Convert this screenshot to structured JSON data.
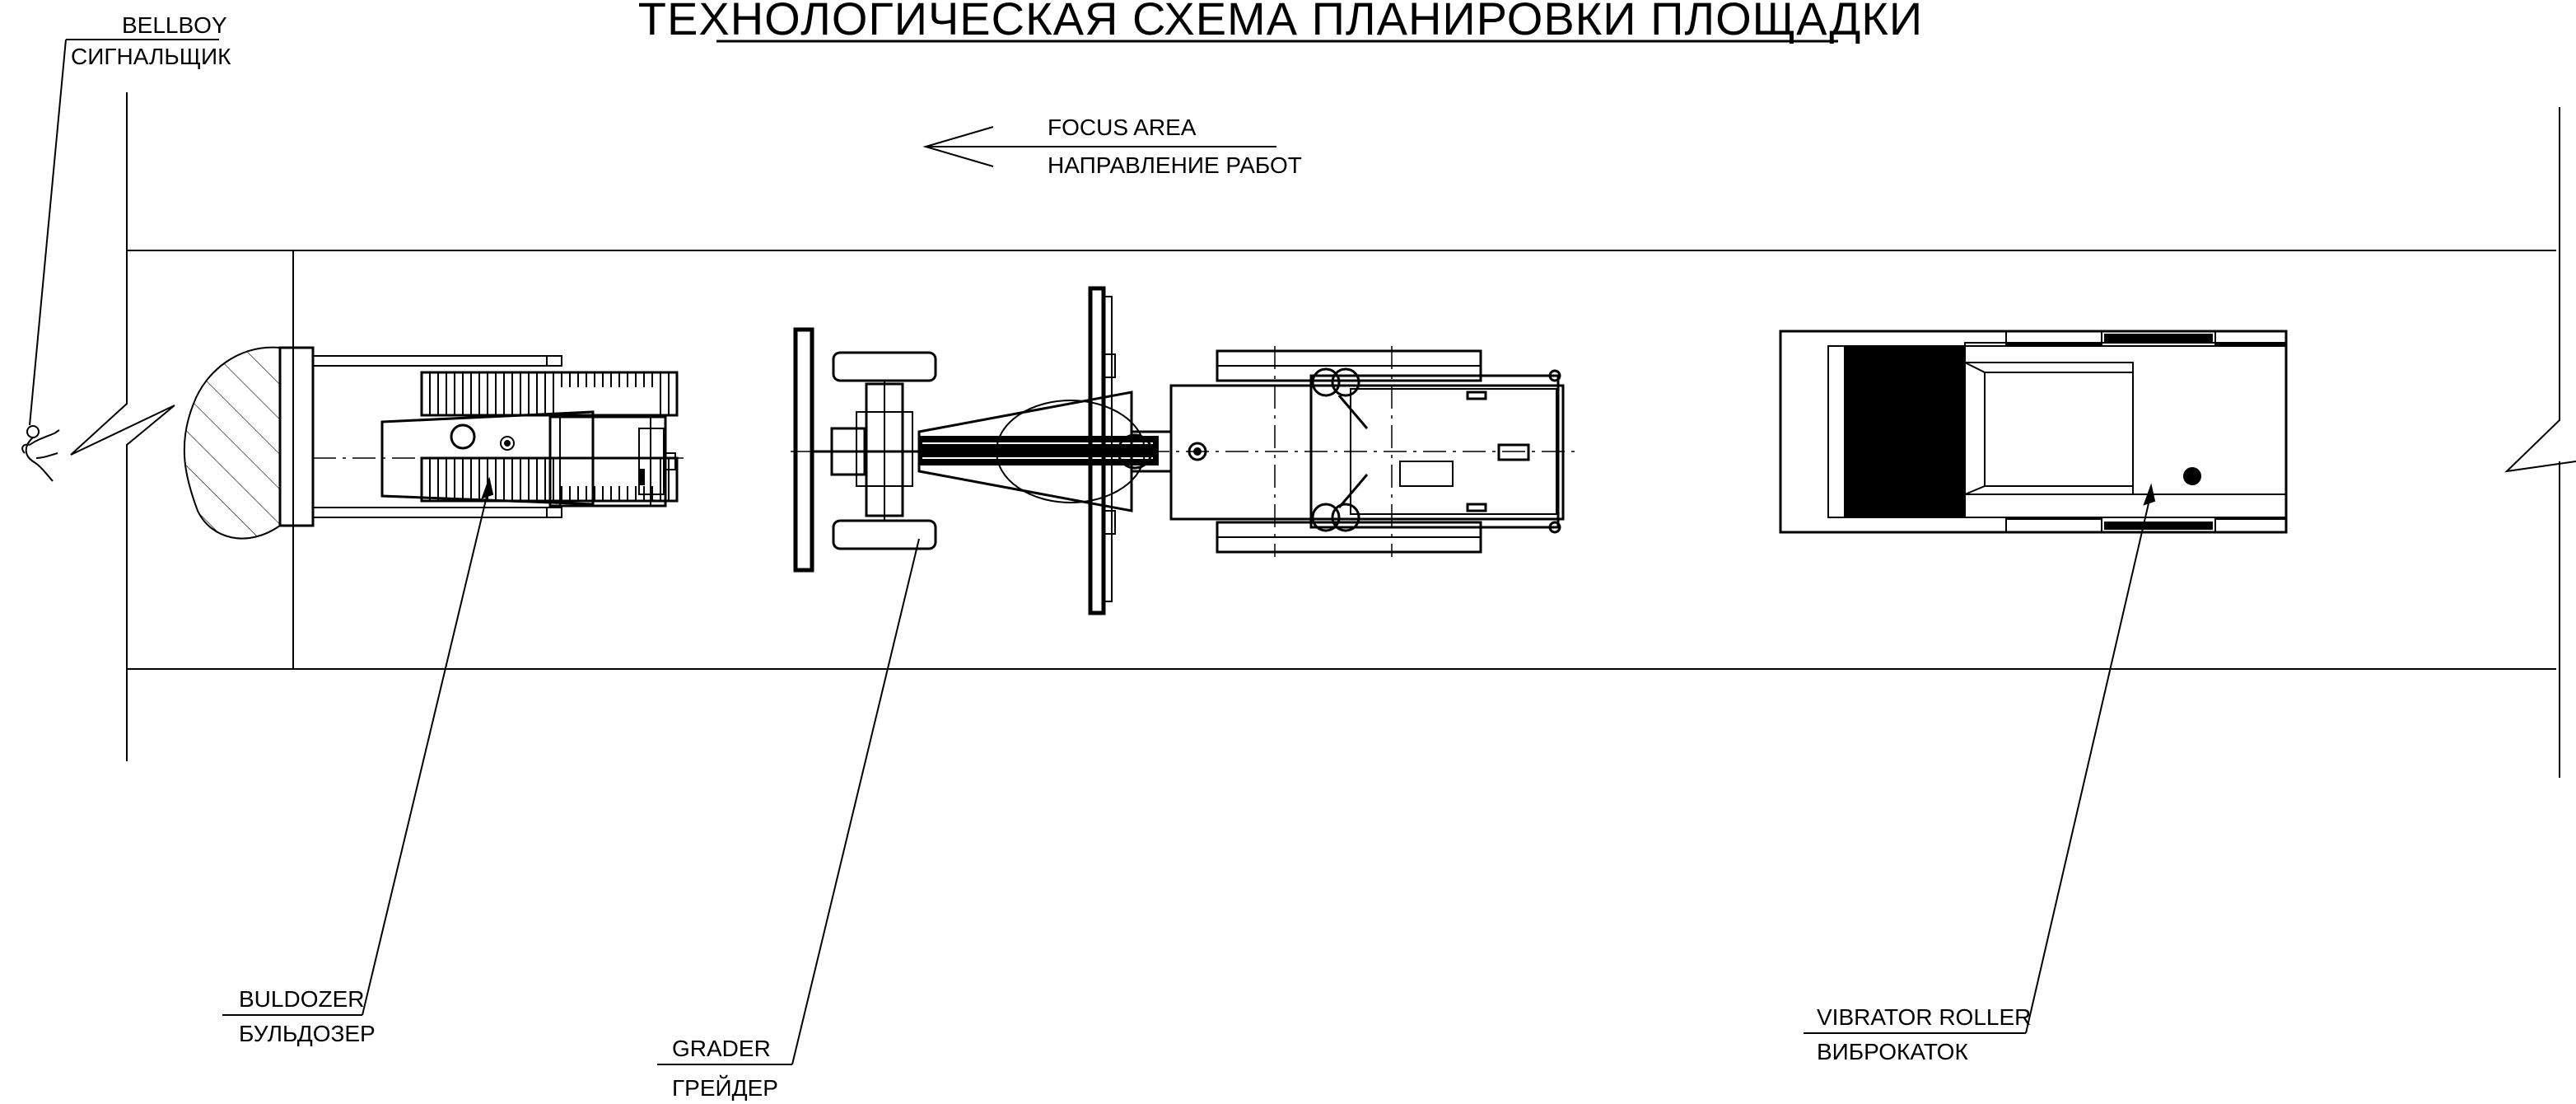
{
  "title": "ТЕХНОЛОГИЧЕСКАЯ  СХЕМА  ПЛАНИРОВКИ  ПЛОЩАДКИ",
  "labels": {
    "bellboy": {
      "en": "BELLBOY",
      "ru": "СИГНАЛЬЩИК"
    },
    "direction": {
      "en": "FOCUS  AREA",
      "ru": "НАПРАВЛЕНИЕ  РАБОТ"
    },
    "bulldozer": {
      "en": "BULDOZER",
      "ru": "БУЛЬДОЗЕР"
    },
    "grader": {
      "en": "GRADER",
      "ru": "ГРЕЙДЕР"
    },
    "roller": {
      "en": "VIBRATOR  ROLLER",
      "ru": "ВИБРОКАТОК"
    }
  },
  "icons": {
    "direction_arrow": "arrow-left-icon",
    "signalman": "signalman-figure-icon"
  },
  "colors": {
    "line": "#000000",
    "background": "#ffffff"
  }
}
